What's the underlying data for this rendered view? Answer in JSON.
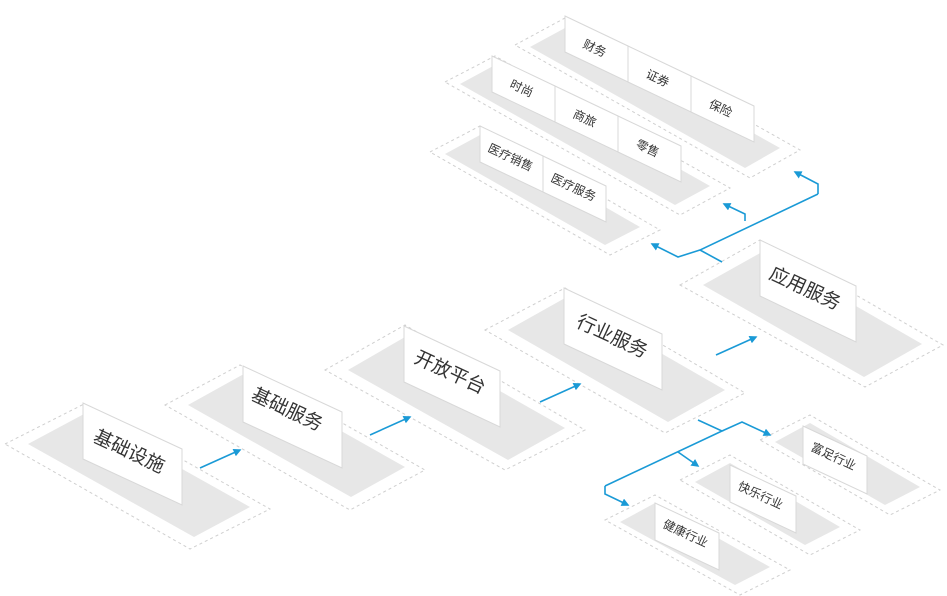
{
  "colors": {
    "arrow": "#1a9ad6",
    "card": "#ffffff",
    "card_stroke": "#d8d8d8",
    "shadow": "#e7e7e7",
    "dashed": "#cfcfcf"
  },
  "main_flow": [
    {
      "label": "基础设施"
    },
    {
      "label": "基础服务"
    },
    {
      "label": "开放平台"
    },
    {
      "label": "行业服务"
    },
    {
      "label": "应用服务"
    }
  ],
  "industry_branches": [
    {
      "label": "富足行业"
    },
    {
      "label": "快乐行业"
    },
    {
      "label": "健康行业"
    }
  ],
  "application_rows": [
    {
      "cells": [
        {
          "label": "财务"
        },
        {
          "label": "证券"
        },
        {
          "label": "保险"
        }
      ]
    },
    {
      "cells": [
        {
          "label": "时尚"
        },
        {
          "label": "商旅"
        },
        {
          "label": "零售"
        }
      ]
    },
    {
      "cells": [
        {
          "label": "医疗销售"
        },
        {
          "label": "医疗服务"
        }
      ]
    }
  ]
}
